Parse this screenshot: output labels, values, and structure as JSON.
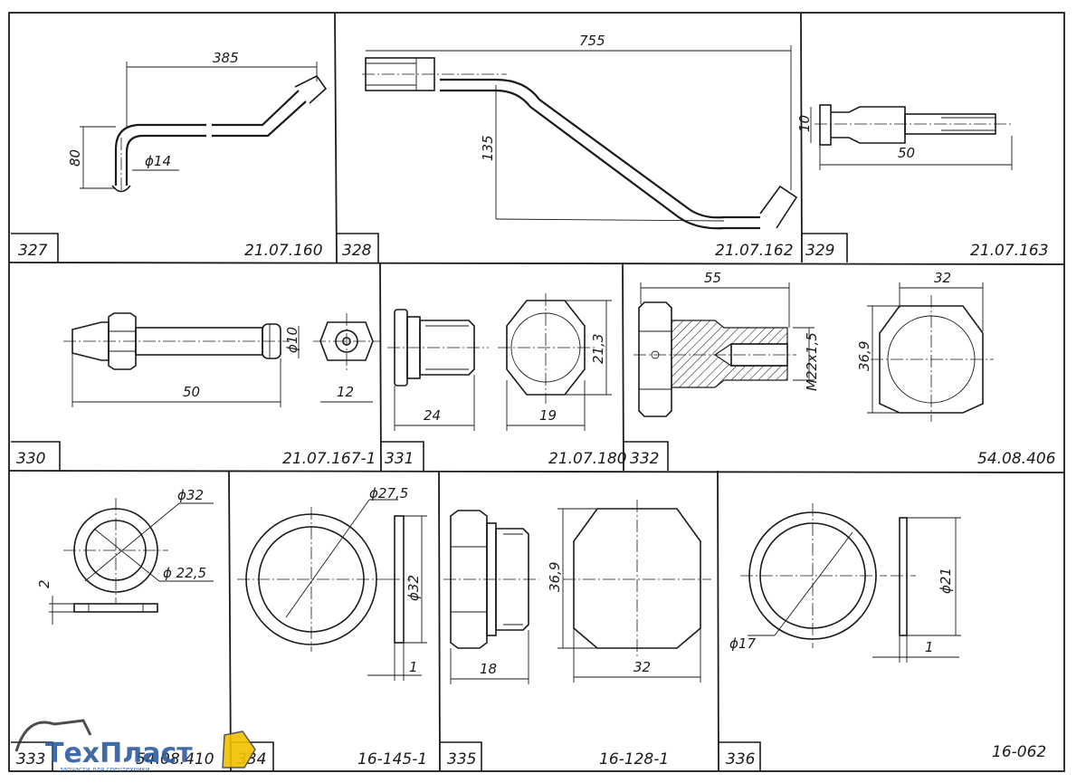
{
  "watermark": {
    "brand": "ТехПласт",
    "tagline": "запчасти для спецтехники",
    "colors": {
      "brand": "#2c5aa0",
      "accent": "#f2c100"
    }
  },
  "panels": [
    {
      "num": "327",
      "code": "21.07.160",
      "dims": {
        "length": "385",
        "height": "80",
        "dia": "ϕ14"
      }
    },
    {
      "num": "328",
      "code": "21.07.162",
      "dims": {
        "length": "755",
        "height": "135"
      }
    },
    {
      "num": "329",
      "code": "21.07.163",
      "dims": {
        "length": "50",
        "dia": "10"
      }
    },
    {
      "num": "330",
      "code": "21.07.167-1",
      "dims": {
        "length": "50",
        "dia": "ϕ10",
        "hex": "12"
      }
    },
    {
      "num": "331",
      "code": "21.07.180",
      "dims": {
        "length": "24",
        "hex": "19",
        "height": "21,3"
      }
    },
    {
      "num": "332",
      "code": "54.08.406",
      "dims": {
        "length": "55",
        "thread": "M22x1,5",
        "hex": "32",
        "height": "36,9"
      }
    },
    {
      "num": "333",
      "code": "54.08.410",
      "dims": {
        "outer": "ϕ32",
        "inner": "ϕ 22,5",
        "thickness": "2"
      }
    },
    {
      "num": "334",
      "code": "16-145-1",
      "dims": {
        "inner": "ϕ27,5",
        "outer": "ϕ32",
        "thickness": "1"
      }
    },
    {
      "num": "335",
      "code": "16-128-1",
      "dims": {
        "length": "18",
        "hex": "32",
        "height": "36,9"
      }
    },
    {
      "num": "336",
      "code": "16-062",
      "dims": {
        "inner": "ϕ17",
        "outer": "ϕ21",
        "thickness": "1"
      }
    }
  ]
}
